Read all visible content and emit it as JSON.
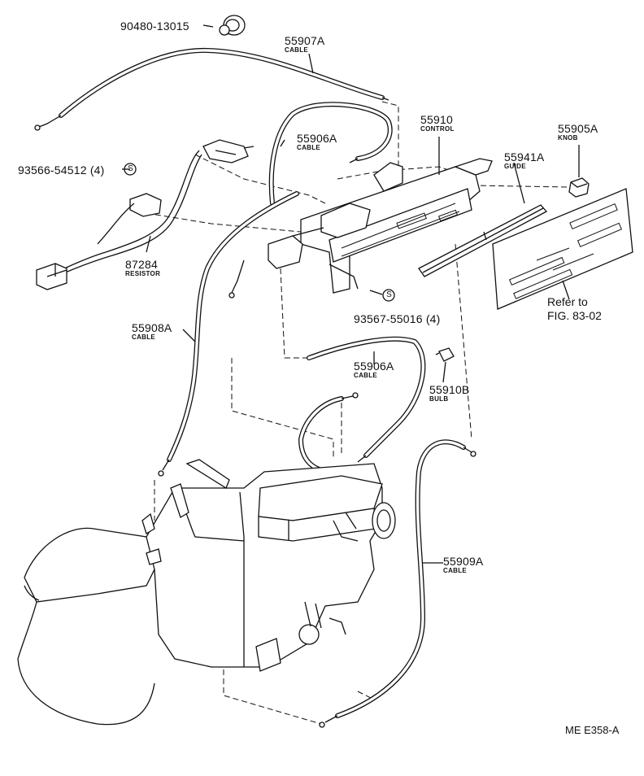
{
  "parts": [
    {
      "id": "p90480",
      "number": "90480-13015",
      "name": ""
    },
    {
      "id": "p55907",
      "number": "55907A",
      "name": "CABLE"
    },
    {
      "id": "p93566",
      "number": "93566-54512 (4)",
      "name": ""
    },
    {
      "id": "p55906u",
      "number": "55906A",
      "name": "CABLE"
    },
    {
      "id": "p55910",
      "number": "55910",
      "name": "CONTROL"
    },
    {
      "id": "p55905",
      "number": "55905A",
      "name": "KNOB"
    },
    {
      "id": "p55941",
      "number": "55941A",
      "name": "GUIDE"
    },
    {
      "id": "p87284",
      "number": "87284",
      "name": "RESISTOR"
    },
    {
      "id": "p93567",
      "number": "93567-55016 (4)",
      "name": ""
    },
    {
      "id": "p55908",
      "number": "55908A",
      "name": "CABLE"
    },
    {
      "id": "p55906l",
      "number": "55906A",
      "name": "CABLE"
    },
    {
      "id": "p55910b",
      "number": "55910B",
      "name": "BULB"
    },
    {
      "id": "p55909",
      "number": "55909A",
      "name": "CABLE"
    }
  ],
  "reference": {
    "line1": "Refer to",
    "line2": "FIG. 83-02"
  },
  "screw_symbol": "S",
  "figure_code": "ME E358-A"
}
